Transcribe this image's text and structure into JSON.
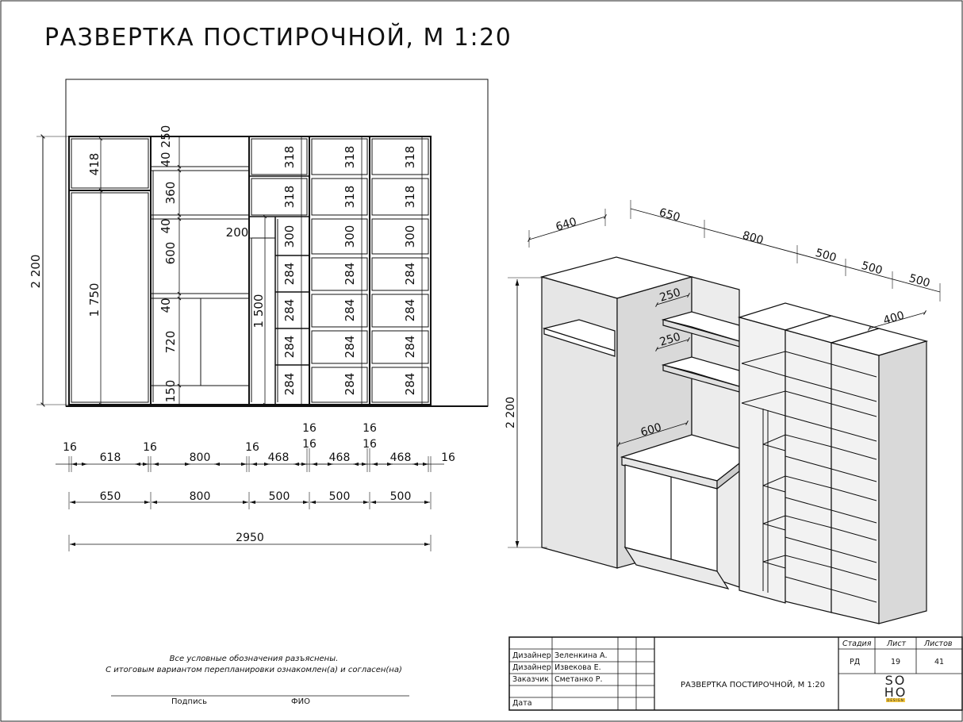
{
  "title": "РАЗВЕРТКА ПОСТИРОЧНОЙ, М 1:20",
  "front_view": {
    "height_total": "2 200",
    "height_left": "1 750",
    "height_mid": "1 500",
    "top_left": "418",
    "col2": [
      "250",
      "40",
      "360",
      "40",
      "600",
      "40",
      "720",
      "150"
    ],
    "offset_label": "200",
    "col3": [
      "318",
      "318",
      "300",
      "284",
      "284",
      "284",
      "284"
    ],
    "col4": [
      "318",
      "318",
      "300",
      "284",
      "284",
      "284",
      "284"
    ],
    "col5": [
      "318",
      "318",
      "300",
      "284",
      "284",
      "284",
      "284"
    ]
  },
  "dims_row1": {
    "thick": "16",
    "thick_top": [
      "16",
      "16"
    ],
    "segments": [
      "618",
      "800",
      "468",
      "468",
      "468"
    ]
  },
  "dims_row2": [
    "650",
    "800",
    "500",
    "500",
    "500"
  ],
  "dims_total": "2950",
  "iso_view": {
    "top": [
      "640",
      "650",
      "800",
      "500",
      "500",
      "500"
    ],
    "depth": "400",
    "shelf1": "250",
    "shelf2": "250",
    "counter": "600",
    "height": "2 200"
  },
  "notes": {
    "line1": "Все условные обозначения разъяснены.",
    "line2": "С итоговым вариантом перепланировки ознакомлен(а) и согласен(на)",
    "sign_label": "Подпись",
    "name_label": "ФИО"
  },
  "stamp": {
    "rows": [
      {
        "role": "Дизайнер",
        "name": "Зеленкина А."
      },
      {
        "role": "Дизайнер",
        "name": "Извекова Е."
      },
      {
        "role": "Заказчик",
        "name": "Сметанко Р."
      },
      {
        "role": "Дата",
        "name": ""
      }
    ],
    "col_heads": [
      "Стадия",
      "Лист",
      "Листов"
    ],
    "stage": "РД",
    "sheet": "19",
    "sheets": "41",
    "drawing_title": "РАЗВЕРТКА ПОСТИРОЧНОЙ, М 1:20",
    "logo_line1": "SO",
    "logo_line2": "HO",
    "logo_sub": "DESIGN"
  }
}
